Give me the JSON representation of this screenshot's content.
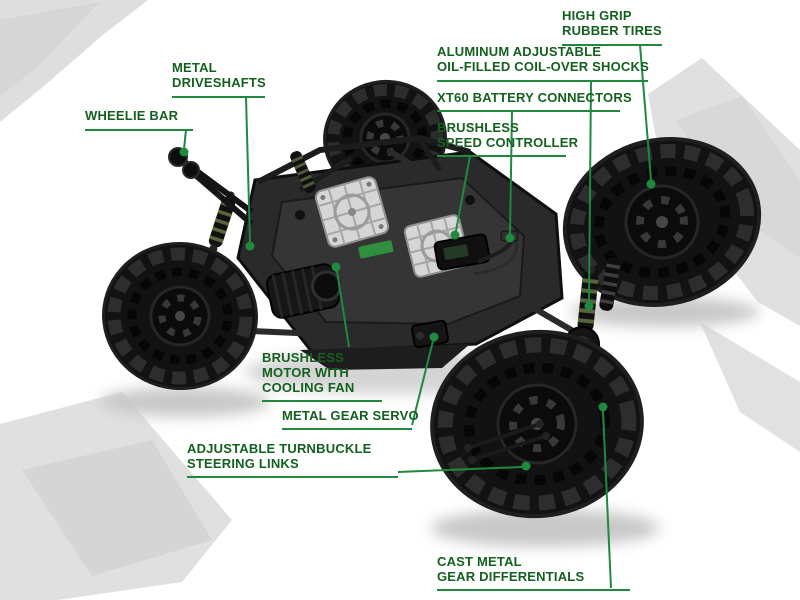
{
  "colors": {
    "accent": "#1f8a3d",
    "label_text": "#14601f",
    "truck_dark": "#141414",
    "brush_gray": "#d9d9d9"
  },
  "labels": {
    "wheelie_bar": "WHEELIE BAR",
    "metal_driveshafts": "METAL\nDRIVESHAFTS",
    "high_grip_tires": "HIGH GRIP\nRUBBER TIRES",
    "aluminum_shocks": "ALUMINUM ADJUSTABLE\nOIL-FILLED COIL-OVER SHOCKS",
    "xt60": "XT60 BATTERY CONNECTORS",
    "speed_controller": "BRUSHLESS\nSPEED CONTROLLER",
    "motor": "BRUSHLESS\nMOTOR WITH\nCOOLING FAN",
    "servo": "METAL GEAR SERVO",
    "steering_links": "ADJUSTABLE TURNBUCKLE\nSTEERING LINKS",
    "differentials": "CAST METAL\nGEAR DIFFERENTIALS"
  }
}
